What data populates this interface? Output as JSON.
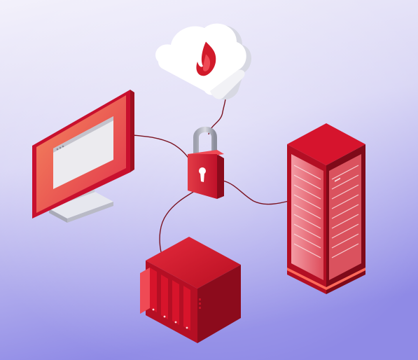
{
  "scene": {
    "background_top": "#f0eefa",
    "background_bottom": "#8f8ae6",
    "accent": "#c8102e",
    "accent_light": "#ef4a55",
    "accent_dark": "#8a0b1c",
    "cable_color": "#7a1422"
  },
  "nodes": [
    {
      "id": "cloud",
      "icon": "cloud-flame-icon"
    },
    {
      "id": "monitor",
      "icon": "monitor-icon"
    },
    {
      "id": "lock",
      "icon": "padlock-icon"
    },
    {
      "id": "server",
      "icon": "server-rack-icon"
    },
    {
      "id": "nas",
      "icon": "nas-storage-icon"
    }
  ],
  "connections": [
    {
      "from": "lock",
      "to": "cloud"
    },
    {
      "from": "lock",
      "to": "monitor"
    },
    {
      "from": "lock",
      "to": "server"
    },
    {
      "from": "lock",
      "to": "nas"
    }
  ]
}
